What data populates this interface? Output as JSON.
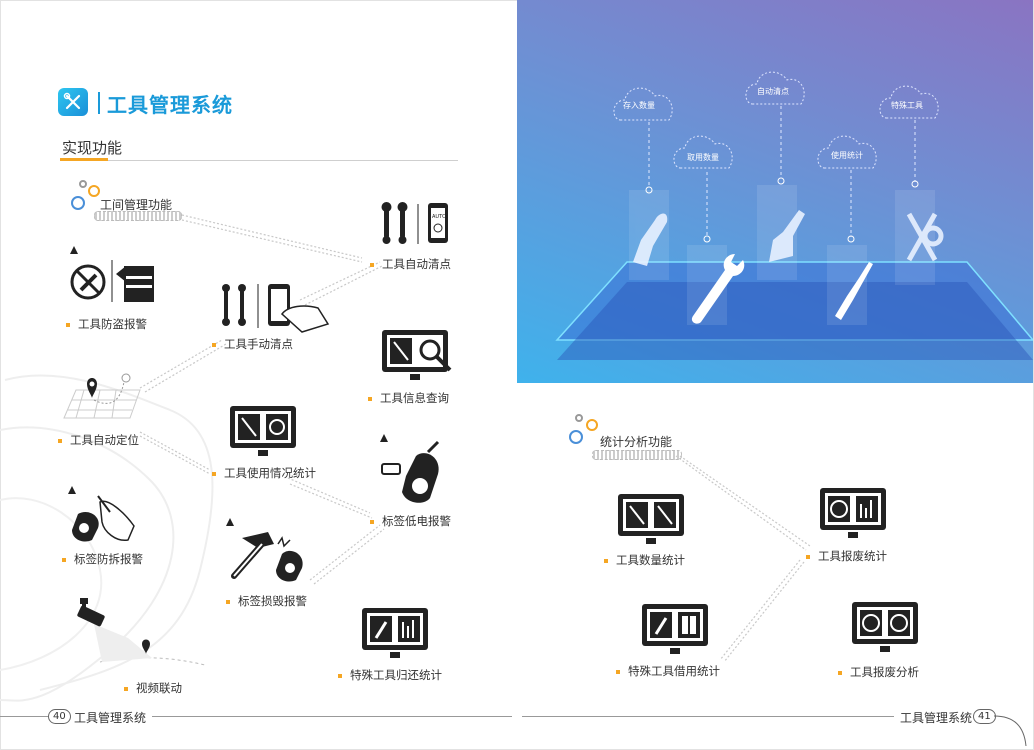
{
  "header": {
    "title": "工具管理系统",
    "section": "实现功能",
    "accent": "#1a9ad9",
    "highlight": "#f5a623"
  },
  "left_functions": {
    "head": "工间管理功能",
    "items": [
      {
        "label": "工具自动清点",
        "icon": "wrench-phone-icon"
      },
      {
        "label": "工具防盗报警",
        "icon": "anti-theft-icon"
      },
      {
        "label": "工具手动清点",
        "icon": "manual-count-icon"
      },
      {
        "label": "工具信息查询",
        "icon": "monitor-search-icon"
      },
      {
        "label": "工具自动定位",
        "icon": "map-pin-icon"
      },
      {
        "label": "工具使用情况统计",
        "icon": "monitor-stats-icon"
      },
      {
        "label": "标签低电报警",
        "icon": "tag-battery-icon"
      },
      {
        "label": "标签防拆报警",
        "icon": "tag-tamper-icon"
      },
      {
        "label": "标签损毁报警",
        "icon": "hammer-tag-icon"
      },
      {
        "label": "特殊工具归还统计",
        "icon": "monitor-return-icon"
      },
      {
        "label": "视频联动",
        "icon": "camera-icon"
      }
    ]
  },
  "hero": {
    "clouds": [
      "存入数量",
      "自动清点",
      "特殊工具",
      "取用数量",
      "使用统计"
    ],
    "tools": [
      "knife-icon",
      "wrench-icon",
      "brush-icon",
      "screwdriver-icon",
      "scissors-icon"
    ]
  },
  "stats": {
    "head": "统计分析功能",
    "items": [
      {
        "label": "工具数量统计"
      },
      {
        "label": "工具报废统计"
      },
      {
        "label": "特殊工具借用统计"
      },
      {
        "label": "工具报废分析"
      }
    ]
  },
  "footer": {
    "left_page": "40",
    "left_title": "工具管理系统",
    "right_title": "工具管理系统",
    "right_page": "41"
  }
}
